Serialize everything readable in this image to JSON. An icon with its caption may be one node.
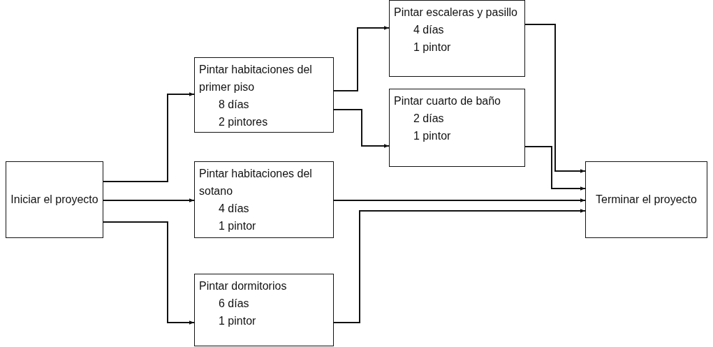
{
  "diagram": {
    "nodes": [
      {
        "text": [
          "Iniciar el proyecto"
        ]
      },
      {
        "text": [
          "Pintar habitaciones del primer piso",
          "8 días",
          "2 pintores"
        ]
      },
      {
        "text": [
          "Pintar escaleras y pasillo",
          "4 días",
          "1 pintor"
        ]
      },
      {
        "text": [
          "Pintar cuarto de baño",
          "2 días",
          "1 pintor"
        ]
      },
      {
        "text": [
          "Pintar habitaciones del sotano",
          "4 días",
          "1 pintor"
        ]
      },
      {
        "text": [
          "Pintar dormitorios",
          "6 días",
          "1 pintor"
        ]
      },
      {
        "text": [
          "Terminar el proyecto"
        ]
      }
    ],
    "edges": [
      {
        "from": 0,
        "to": 1,
        "arrow": "to"
      },
      {
        "from": 0,
        "to": 4,
        "arrow": "to"
      },
      {
        "from": 0,
        "to": 5,
        "arrow": "to"
      },
      {
        "from": 1,
        "to": 2,
        "arrow": "to"
      },
      {
        "from": 1,
        "to": 3,
        "arrow": "to"
      },
      {
        "from": 2,
        "to": 6,
        "arrow": "to"
      },
      {
        "from": 3,
        "to": 6,
        "arrow": "to"
      },
      {
        "from": 4,
        "to": 6,
        "arrow": "to"
      },
      {
        "from": 5,
        "to": 6,
        "arrow": "to"
      }
    ]
  }
}
